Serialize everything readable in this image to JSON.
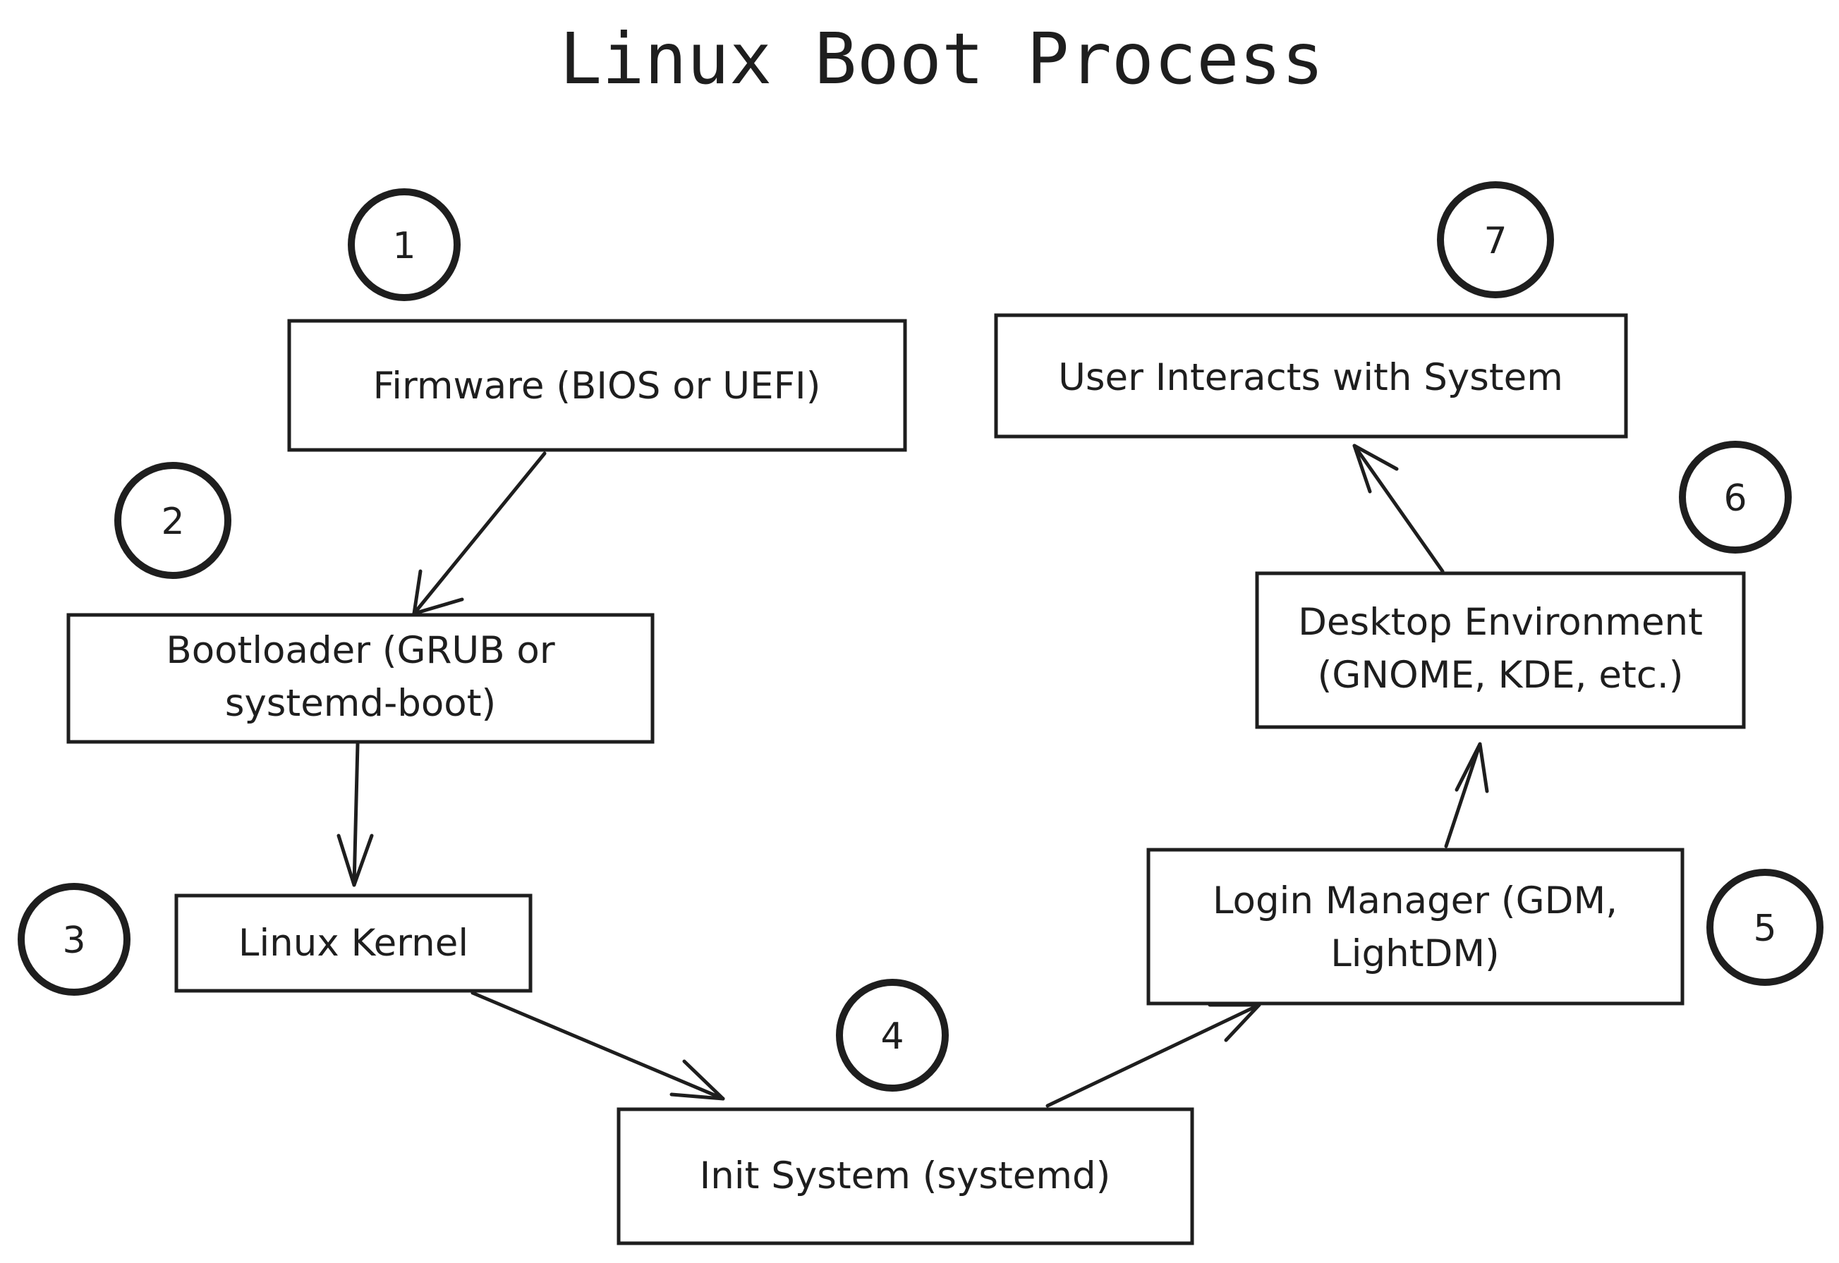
{
  "diagram": {
    "title": "Linux Boot Process",
    "steps": [
      {
        "number": "1",
        "lines": [
          "Firmware (BIOS or UEFI)"
        ]
      },
      {
        "number": "2",
        "lines": [
          "Bootloader (GRUB or",
          "systemd-boot)"
        ]
      },
      {
        "number": "3",
        "lines": [
          "Linux Kernel"
        ]
      },
      {
        "number": "4",
        "lines": [
          "Init System (systemd)"
        ]
      },
      {
        "number": "5",
        "lines": [
          "Login Manager (GDM,",
          "LightDM)"
        ]
      },
      {
        "number": "6",
        "lines": [
          "Desktop Environment",
          "(GNOME, KDE, etc.)"
        ]
      },
      {
        "number": "7",
        "lines": [
          "User Interacts with System"
        ]
      }
    ],
    "flow": [
      {
        "from": "1",
        "to": "2"
      },
      {
        "from": "2",
        "to": "3"
      },
      {
        "from": "3",
        "to": "4"
      },
      {
        "from": "4",
        "to": "5"
      },
      {
        "from": "5",
        "to": "6"
      },
      {
        "from": "6",
        "to": "7"
      }
    ],
    "colors": {
      "stroke": "#1e1e1e",
      "background": "#ffffff"
    }
  }
}
